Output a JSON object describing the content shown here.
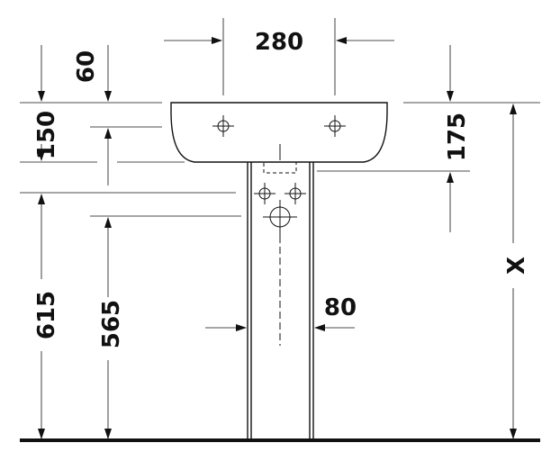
{
  "dimensions": {
    "top_width": "280",
    "top_offset": "60",
    "rim_height": "150",
    "right_height": "175",
    "pedestal_width": "80",
    "height_615": "615",
    "height_565": "565",
    "total_height": "X"
  },
  "colors": {
    "line": "#111111",
    "background": "#ffffff"
  }
}
